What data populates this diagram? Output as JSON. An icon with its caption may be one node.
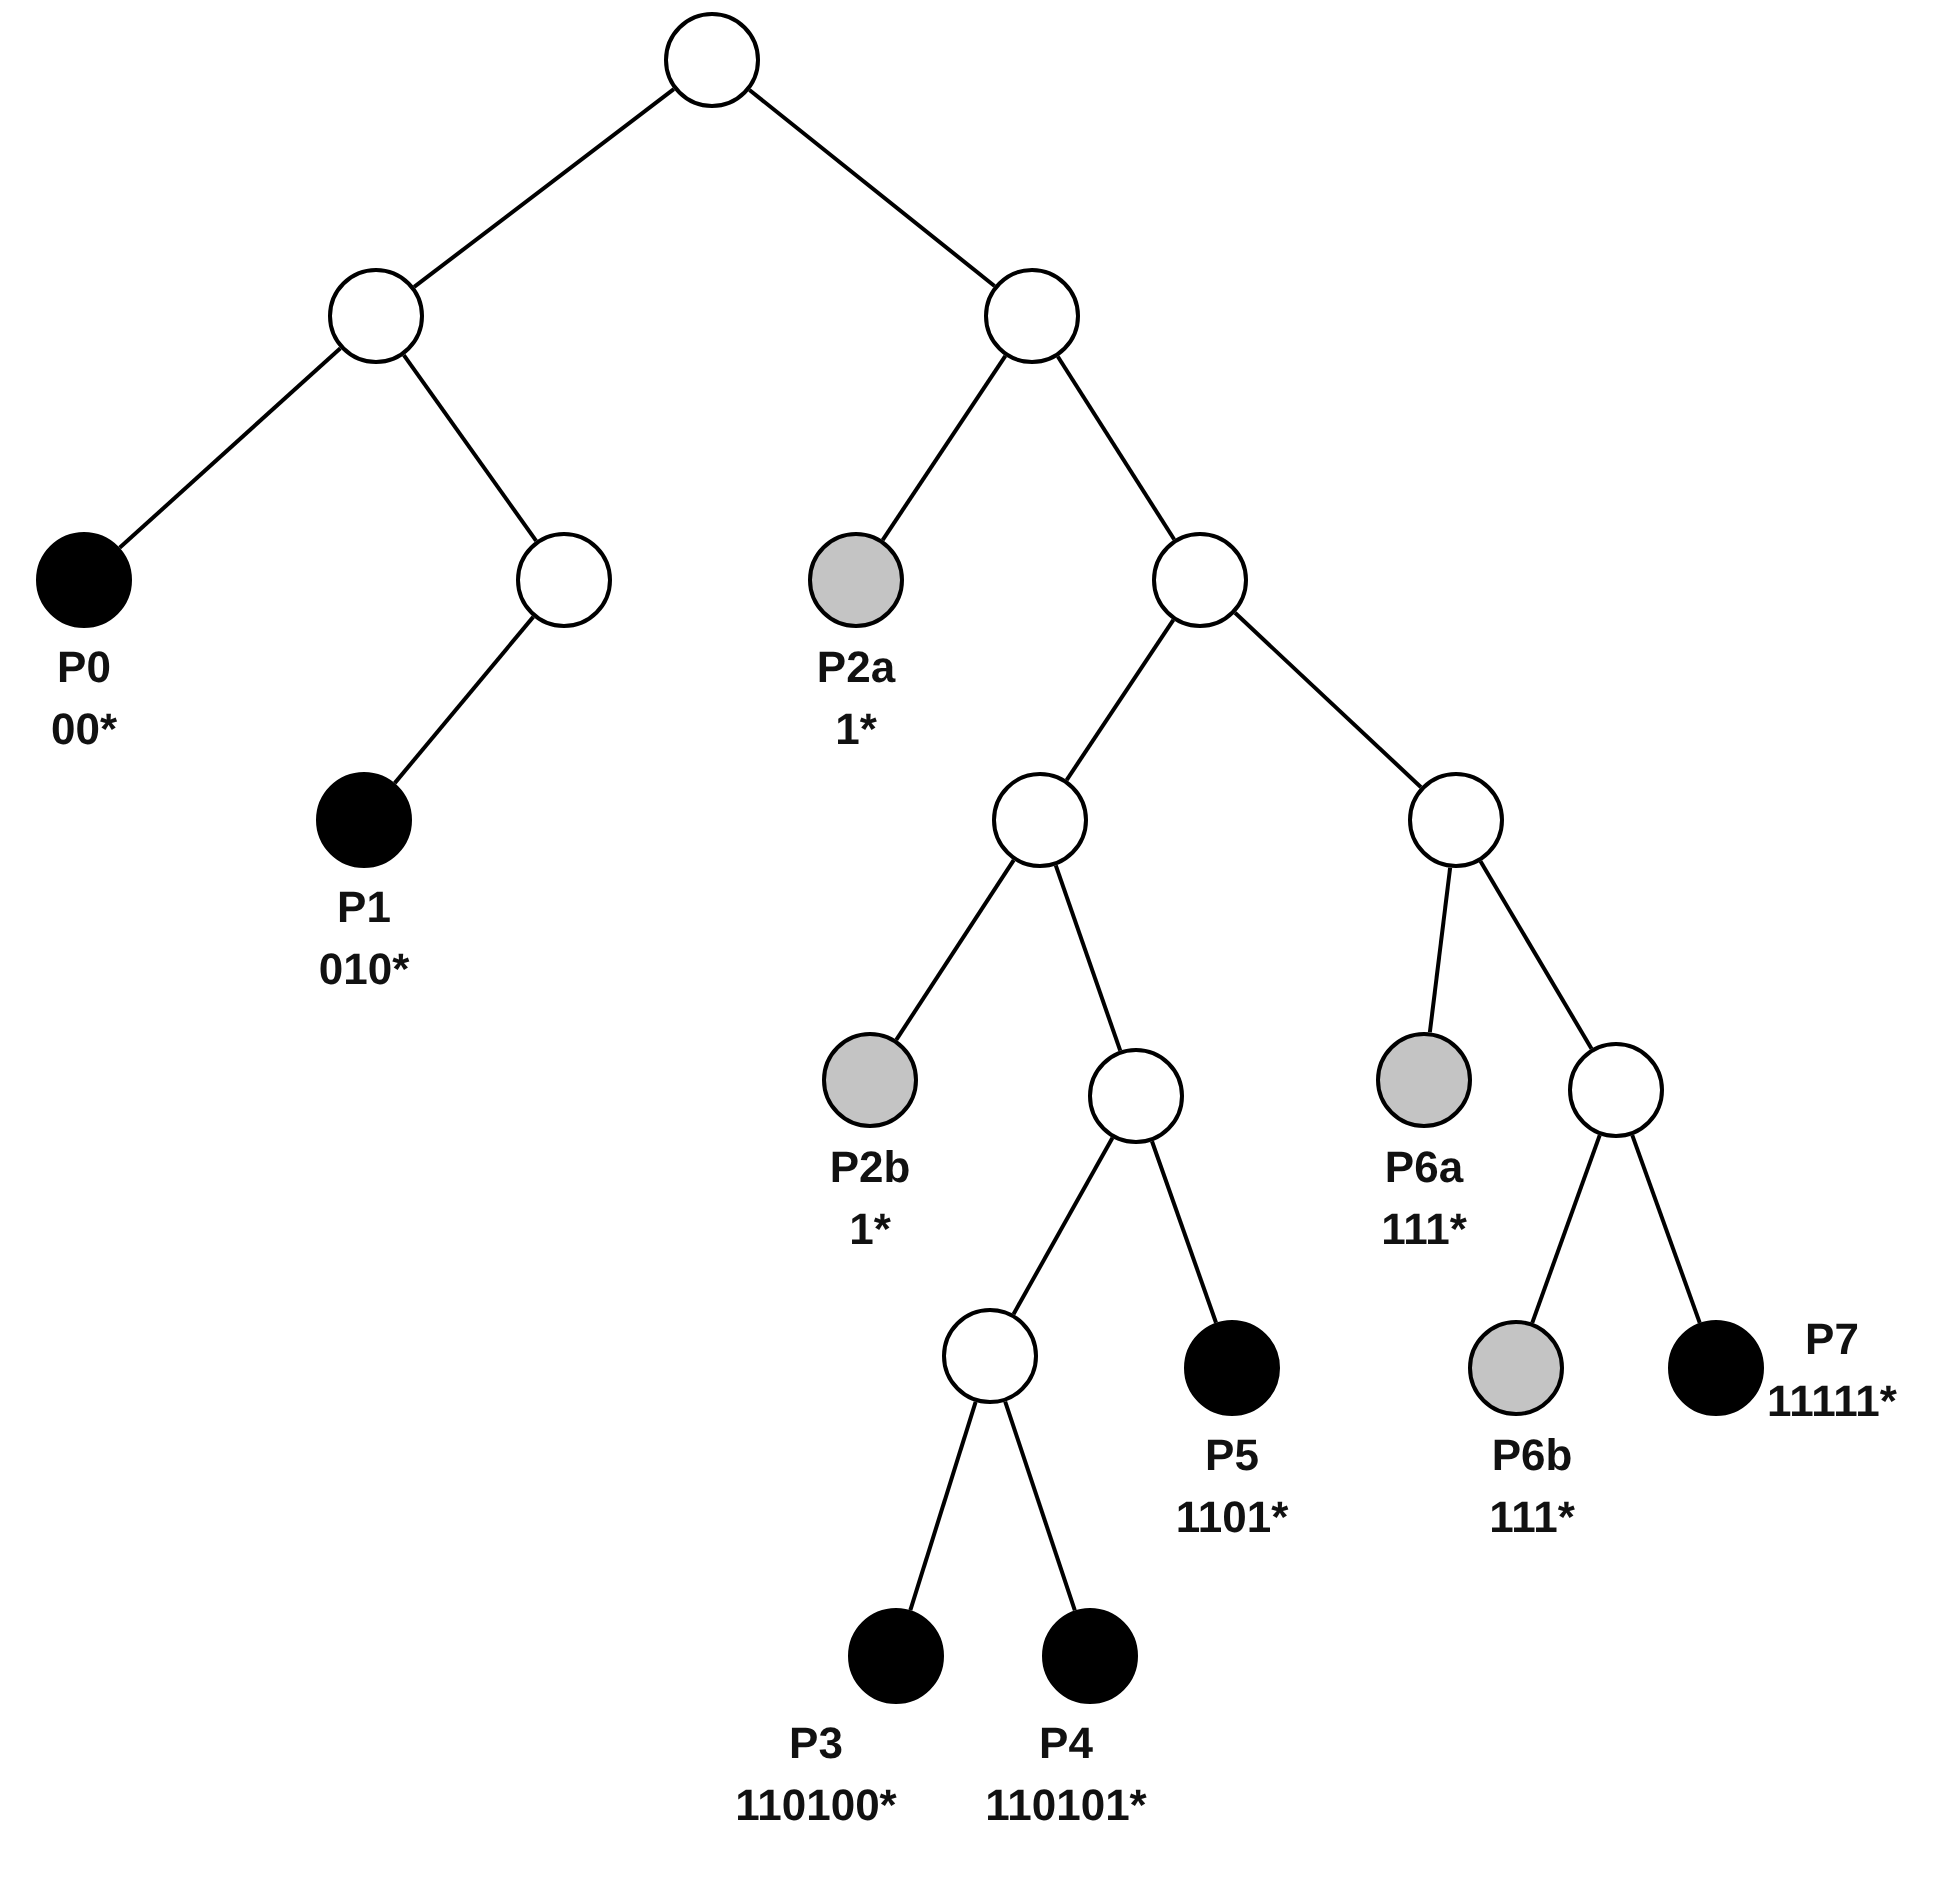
{
  "diagram": {
    "nodes": [
      {
        "text": [],
        "shape": "circle"
      },
      {
        "text": [],
        "shape": "circle"
      },
      {
        "text": [],
        "shape": "circle"
      },
      {
        "text": [
          "P0",
          "00*"
        ]
      },
      {
        "text": [],
        "shape": "circle"
      },
      {
        "text": [
          "P2a",
          "1*"
        ]
      },
      {
        "text": [],
        "shape": "circle"
      },
      {
        "text": [
          "P1",
          "010*"
        ]
      },
      {
        "text": [],
        "shape": "circle"
      },
      {
        "text": [],
        "shape": "circle"
      },
      {
        "text": [
          "P2b",
          "1*"
        ]
      },
      {
        "text": [],
        "shape": "circle"
      },
      {
        "text": [
          "P6a",
          "111*"
        ]
      },
      {
        "text": [],
        "shape": "circle"
      },
      {
        "text": [],
        "shape": "circle"
      },
      {
        "text": [
          "P5",
          "1101*"
        ]
      },
      {
        "text": [
          "P6b",
          "111*"
        ]
      },
      {
        "text": [
          "P7",
          "11111*"
        ]
      },
      {
        "text": [
          "P3",
          "110100*"
        ]
      },
      {
        "text": [
          "P4",
          "110101*"
        ]
      }
    ],
    "edges": [
      {
        "from": 0,
        "to": 1,
        "arrow": "none"
      },
      {
        "from": 0,
        "to": 2,
        "arrow": "none"
      },
      {
        "from": 1,
        "to": 3,
        "arrow": "none"
      },
      {
        "from": 1,
        "to": 4,
        "arrow": "none"
      },
      {
        "from": 4,
        "to": 7,
        "arrow": "none"
      },
      {
        "from": 2,
        "to": 5,
        "arrow": "none"
      },
      {
        "from": 2,
        "to": 6,
        "arrow": "none"
      },
      {
        "from": 6,
        "to": 8,
        "arrow": "none"
      },
      {
        "from": 6,
        "to": 9,
        "arrow": "none"
      },
      {
        "from": 8,
        "to": 10,
        "arrow": "none"
      },
      {
        "from": 8,
        "to": 11,
        "arrow": "none"
      },
      {
        "from": 9,
        "to": 12,
        "arrow": "none"
      },
      {
        "from": 9,
        "to": 13,
        "arrow": "none"
      },
      {
        "from": 11,
        "to": 14,
        "arrow": "none"
      },
      {
        "from": 11,
        "to": 15,
        "arrow": "none"
      },
      {
        "from": 13,
        "to": 16,
        "arrow": "none"
      },
      {
        "from": 13,
        "to": 17,
        "arrow": "none"
      },
      {
        "from": 14,
        "to": 18,
        "arrow": "none"
      },
      {
        "from": 14,
        "to": 19,
        "arrow": "none"
      }
    ]
  }
}
